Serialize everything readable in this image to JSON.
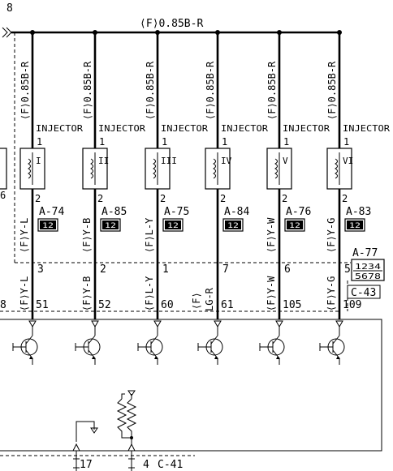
{
  "supply_label": "⟨F⟩0.85B-R",
  "supply_left_num": "8",
  "injectors": [
    {
      "roman": "I",
      "label": "INJECTOR",
      "pin1": "1",
      "pin2": "2",
      "in_wire": "⟨F⟩0.85B-R",
      "out_wire": "⟨F⟩Y-L",
      "conn": "A-74",
      "conn_pins": "12",
      "ecu_pin": "3",
      "ecu_term": "51"
    },
    {
      "roman": "II",
      "label": "INJECTOR",
      "pin1": "1",
      "pin2": "2",
      "in_wire": "⟨F⟩0.85B-R",
      "out_wire": "⟨F⟩Y-B",
      "conn": "A-85",
      "conn_pins": "12",
      "ecu_pin": "2",
      "ecu_term": "52"
    },
    {
      "roman": "III",
      "label": "INJECTOR",
      "pin1": "1",
      "pin2": "2",
      "in_wire": "⟨F⟩0.85B-R",
      "out_wire": "⟨F⟩L-Y",
      "conn": "A-75",
      "conn_pins": "12",
      "ecu_pin": "1",
      "ecu_term": "60"
    },
    {
      "roman": "IV",
      "label": "INJECTOR",
      "pin1": "1",
      "pin2": "2",
      "in_wire": "⟨F⟩0.85B-R",
      "out_wire": "LG-R",
      "out_prefix": "⟨F⟩",
      "conn": "A-84",
      "conn_pins": "12",
      "ecu_pin": "7",
      "ecu_term": "61"
    },
    {
      "roman": "V",
      "label": "INJECTOR",
      "pin1": "1",
      "pin2": "2",
      "in_wire": "⟨F⟩0.85B-R",
      "out_wire": "⟨F⟩Y-W",
      "conn": "A-76",
      "conn_pins": "12",
      "ecu_pin": "6",
      "ecu_term": "105"
    },
    {
      "roman": "VI",
      "label": "INJECTOR",
      "pin1": "1",
      "pin2": "2",
      "in_wire": "⟨F⟩0.85B-R",
      "out_wire": "⟨F⟩Y-G",
      "conn": "A-83",
      "conn_pins": "12",
      "ecu_pin": "5",
      "ecu_term": "109"
    }
  ],
  "left_injector_pin": "6",
  "left_ecu_num": "8",
  "connector_a77": {
    "label": "A-77",
    "top_pins": "1234",
    "bottom_pins": "5678"
  },
  "connector_c43": {
    "label": "C-43"
  },
  "bottom": {
    "pin17": "17",
    "pin4": "4",
    "conn": "C-41"
  }
}
